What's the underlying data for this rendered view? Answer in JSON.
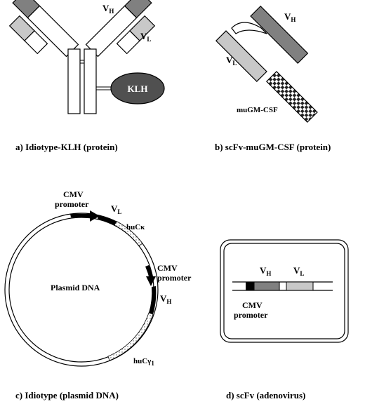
{
  "panel_a": {
    "caption": "a) Idiotype-KLH (protein)",
    "vh_main": "V",
    "vh_sub": "H",
    "vl_main": "V",
    "vl_sub": "L",
    "klh": "KLH"
  },
  "panel_b": {
    "caption": "b) scFv-muGM-CSF (protein)",
    "vh_main": "V",
    "vh_sub": "H",
    "vl_main": "V",
    "vl_sub": "L",
    "gmcsf": "muGM-CSF"
  },
  "panel_c": {
    "caption": "c) Idiotype (plasmid DNA)",
    "cmv1_line1": "CMV",
    "cmv1_line2": "promoter",
    "vl_main": "V",
    "vl_sub": "L",
    "huck": "huCκ",
    "cmv2_line1": "CMV",
    "cmv2_line2": "promoter",
    "vh_main": "V",
    "vh_sub": "H",
    "plasmid": "Plasmid DNA",
    "hucg_main": "huCγ",
    "hucg_sub": "1"
  },
  "panel_d": {
    "caption": "d) scFv (adenovirus)",
    "vh_main": "V",
    "vh_sub": "H",
    "vl_main": "V",
    "vl_sub": "L",
    "cmv_line1": "CMV",
    "cmv_line2": "promoter"
  },
  "colors": {
    "heavy": "#808080",
    "light": "#c8c8c8",
    "klh": "#505050",
    "promoter": "#000000",
    "line": "#000000"
  }
}
